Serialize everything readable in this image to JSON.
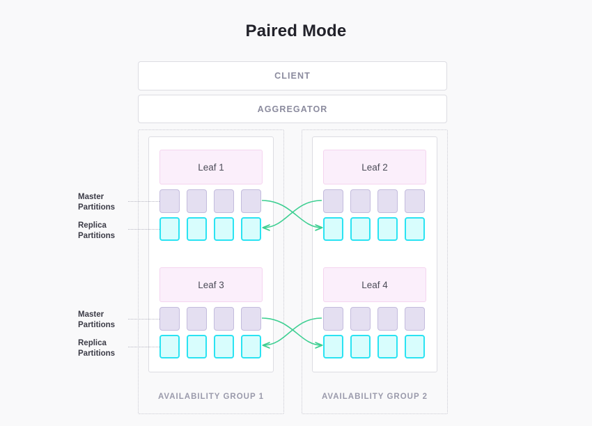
{
  "page": {
    "title": "Paired Mode",
    "background_color": "#f9f9fa"
  },
  "colors": {
    "master_fill": "#e4dff1",
    "master_border": "#c3bbdd",
    "replica_fill": "#d8fdfd",
    "replica_border": "#2ae3f2",
    "leaf_fill": "#fbeffb",
    "leaf_border": "#f4d4ef",
    "arrow": "#3ecf92",
    "panel_border": "#dcdce2",
    "group_border": "#c9c9d2",
    "bar_text": "#8b8b9e",
    "group_label_text": "#9a9aab"
  },
  "top_bars": [
    {
      "id": "client",
      "label": "CLIENT"
    },
    {
      "id": "aggregator",
      "label": "AGGREGATOR"
    }
  ],
  "availability_groups": [
    {
      "id": "ag1",
      "label": "AVAILABILITY GROUP 1",
      "leaves": [
        {
          "id": "leaf1",
          "label": "Leaf 1",
          "master_partitions": 4,
          "replica_partitions": 4
        },
        {
          "id": "leaf3",
          "label": "Leaf 3",
          "master_partitions": 4,
          "replica_partitions": 4
        }
      ]
    },
    {
      "id": "ag2",
      "label": "AVAILABILITY GROUP 2",
      "leaves": [
        {
          "id": "leaf2",
          "label": "Leaf 2",
          "master_partitions": 4,
          "replica_partitions": 4
        },
        {
          "id": "leaf4",
          "label": "Leaf 4",
          "master_partitions": 4,
          "replica_partitions": 4
        }
      ]
    }
  ],
  "annotations": [
    {
      "id": "master-top",
      "line1": "Master",
      "line2": "Partitions"
    },
    {
      "id": "replica-top",
      "line1": "Replica",
      "line2": "Partitions"
    },
    {
      "id": "master-bottom",
      "line1": "Master",
      "line2": "Partitions"
    },
    {
      "id": "replica-bottom",
      "line1": "Replica",
      "line2": "Partitions"
    }
  ],
  "replication_arrows": [
    {
      "id": "arrow-ag1-master-to-ag2-replica-top",
      "from": "leaf1-master-4",
      "to": "leaf2-replica-1"
    },
    {
      "id": "arrow-ag2-master-to-ag1-replica-top",
      "from": "leaf2-master-1",
      "to": "leaf1-replica-4"
    },
    {
      "id": "arrow-ag1-master-to-ag2-replica-bottom",
      "from": "leaf3-master-4",
      "to": "leaf4-replica-1"
    },
    {
      "id": "arrow-ag2-master-to-ag1-replica-bottom",
      "from": "leaf4-master-1",
      "to": "leaf3-replica-4"
    }
  ]
}
